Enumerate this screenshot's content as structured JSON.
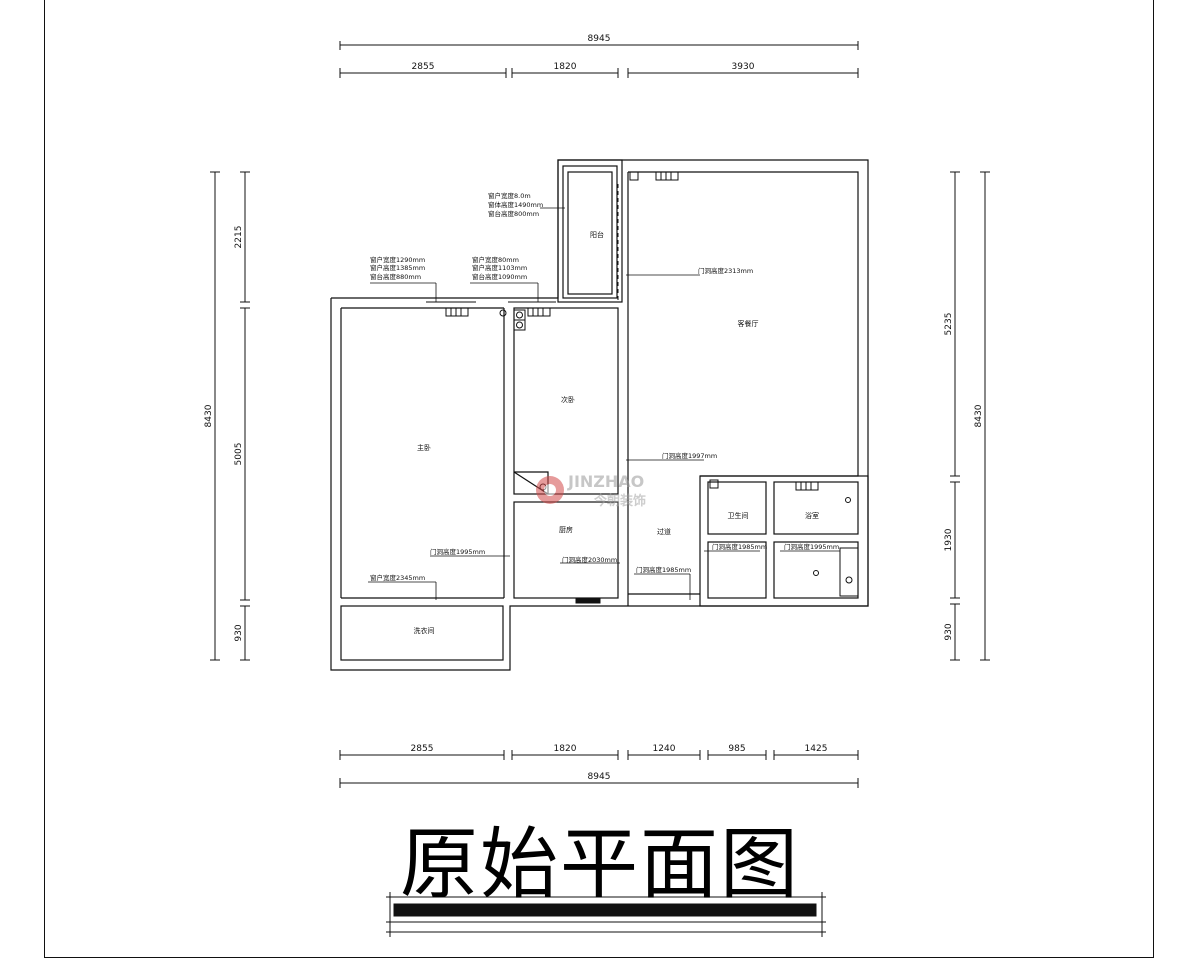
{
  "drawing": {
    "title": "原始平面图",
    "logo_text_en": "JINZHAO",
    "logo_text_cn": "今朝装饰"
  },
  "dimensions": {
    "top_total": "8945",
    "top_segments": [
      "2855",
      "1820",
      "3930"
    ],
    "bottom_segments": [
      "2855",
      "1820",
      "1240",
      "985",
      "1425"
    ],
    "bottom_total": "8945",
    "left_total": "8430",
    "left_segments": [
      "2215",
      "5005",
      "930"
    ],
    "right_segments": [
      "5235",
      "1930",
      "930"
    ],
    "right_total": "8430"
  },
  "annotations": {
    "balcony_window_notes": [
      "窗户宽度8.0m",
      "窗体高度1490mm",
      "窗台高度800mm"
    ],
    "bedroom_window_notes": [
      "窗户宽度1290mm",
      "窗户高度1385mm",
      "窗台高度880mm"
    ],
    "second_bedroom_window_notes": [
      "窗户宽度80mm",
      "窗户高度1103mm",
      "窗台高度1090mm"
    ],
    "living_opening": "门洞高度2313mm",
    "living_door": "门洞高度1997mm",
    "bedroom_door": "门洞高度1995mm",
    "bedroom_window_bottom": "窗户宽度2345mm",
    "kitchen_door": "门洞高度2030mm",
    "hall_door": "门洞高度1985mm",
    "toilet_door": "门洞高度1985mm",
    "bath_door": "门洞高度1995mm"
  },
  "rooms": {
    "balcony": "阳台",
    "living": "客餐厅",
    "second_bedroom": "次卧",
    "master_bedroom": "主卧",
    "kitchen": "厨房",
    "hallway": "过道",
    "toilet": "卫生间",
    "bathroom": "浴室",
    "laundry": "洗衣间"
  }
}
